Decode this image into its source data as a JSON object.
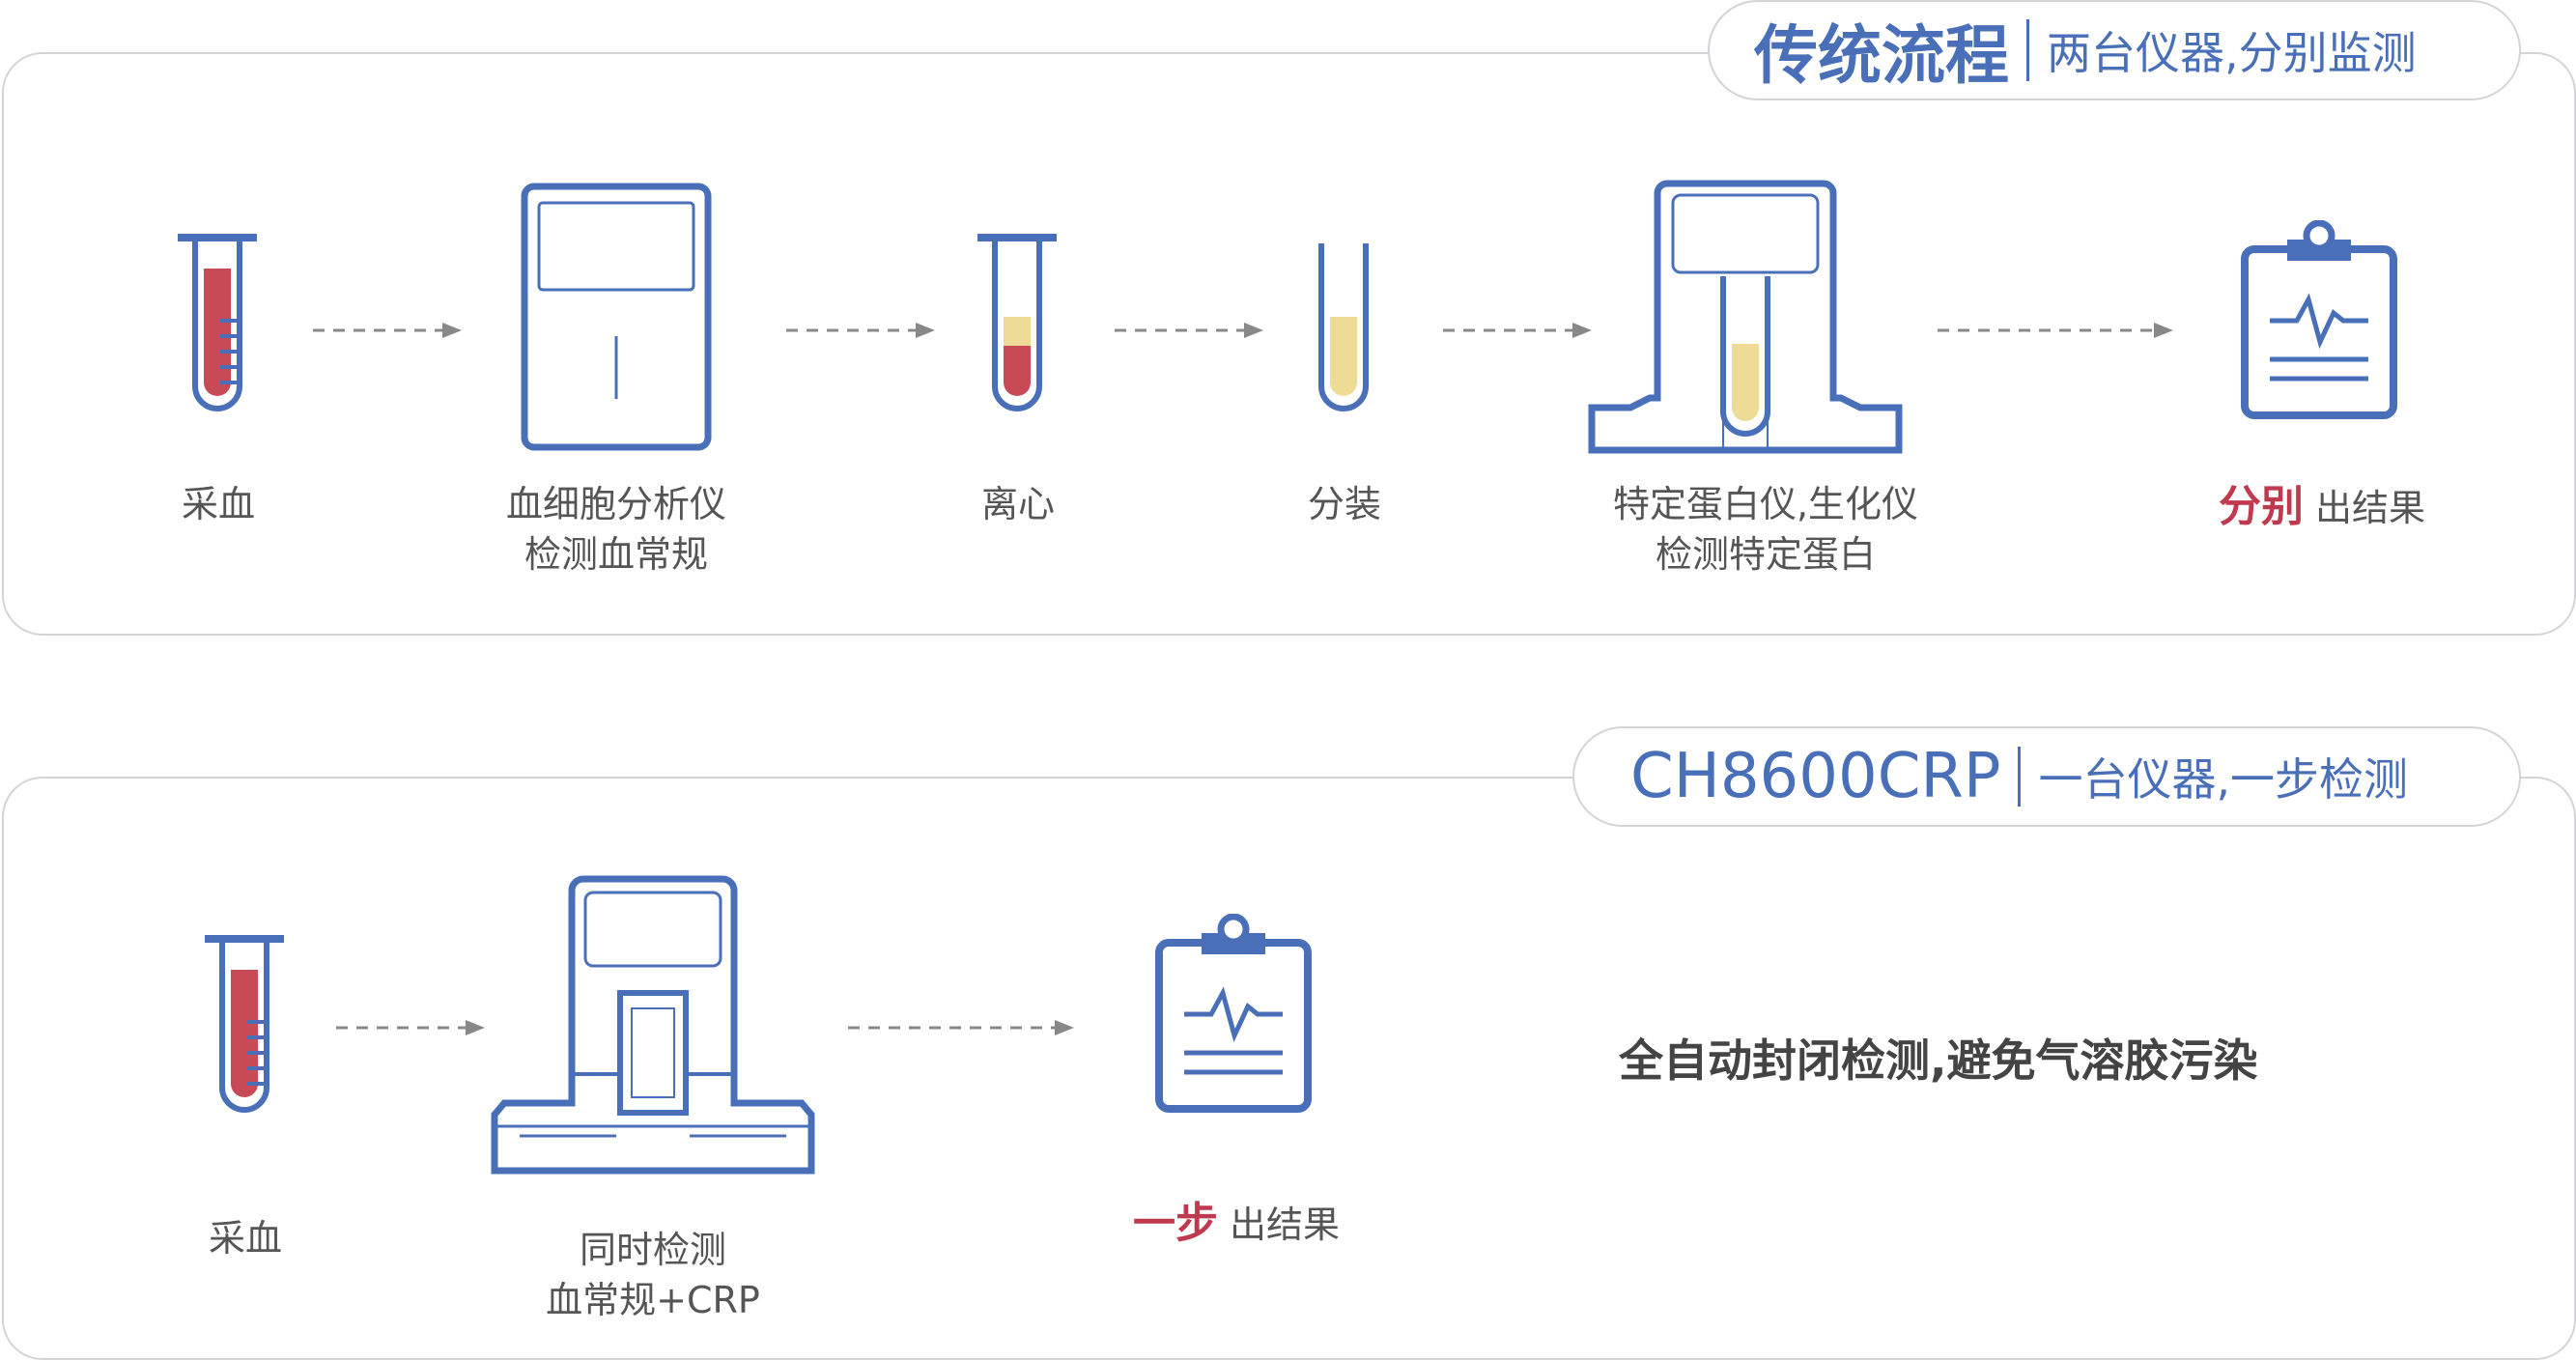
{
  "colors": {
    "accent_blue": "#4a6fb9",
    "blood_red": "#c84a57",
    "plasma_yellow": "#eedb95",
    "result_red": "#c0394f"
  },
  "traditional": {
    "title": "传统流程",
    "subtitle": "两台仪器,分别监测",
    "steps": [
      {
        "icon": "blood-tube-icon",
        "line1": "采血",
        "line2": ""
      },
      {
        "icon": "blood-cell-analyzer-icon",
        "line1": "血细胞分析仪",
        "line2": "检测血常规"
      },
      {
        "icon": "centrifuged-tube-icon",
        "line1": "离心",
        "line2": ""
      },
      {
        "icon": "serum-tube-icon",
        "line1": "分装",
        "line2": ""
      },
      {
        "icon": "protein-analyzer-icon",
        "line1": "特定蛋白仪,生化仪",
        "line2": "检测特定蛋白"
      }
    ],
    "result_emphasis": "分别",
    "result_text": "出结果"
  },
  "new": {
    "title": "CH8600CRP",
    "subtitle": "一台仪器,一步检测",
    "steps": [
      {
        "icon": "blood-tube-icon",
        "line1": "采血",
        "line2": ""
      },
      {
        "icon": "ch8600crp-analyzer-icon",
        "line1": "同时检测",
        "line2": "血常规+CRP"
      }
    ],
    "result_emphasis": "一步",
    "result_text": "出结果",
    "note": "全自动封闭检测,避免气溶胶污染"
  }
}
